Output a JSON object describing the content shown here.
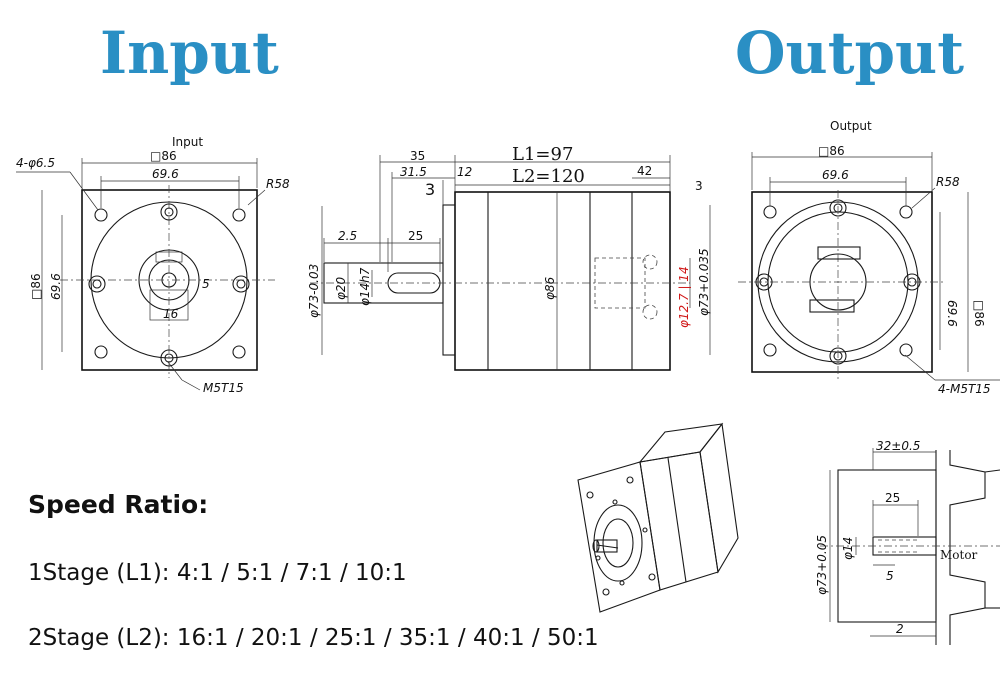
{
  "headings": {
    "input": "Input",
    "output": "Output"
  },
  "input_view": {
    "title": "Input",
    "labels": [
      "4-φ6.5",
      "□86",
      "69.6",
      "R58",
      "□86",
      "69.6",
      "5",
      "16",
      "M5T15"
    ]
  },
  "side_view": {
    "labels": [
      "35",
      "31.5",
      "12",
      "L1=97",
      "L2=120",
      "42",
      "3",
      "3",
      "2.5",
      "25",
      "φ73-0.03",
      "φ20",
      "φ14h7",
      "φ86",
      "φ12.7 | 14",
      "φ73+0.035"
    ]
  },
  "output_view": {
    "title": "Output",
    "labels": [
      "□86",
      "69.6",
      "R58",
      "69.6",
      "□86",
      "4-M5T15"
    ]
  },
  "motor_view": {
    "labels": [
      "32±0.5",
      "25",
      "φ73+0.05",
      "φ14",
      "5",
      "Motor",
      "2"
    ]
  },
  "speed_ratio": {
    "heading": "Speed Ratio:",
    "stage1": "1Stage (L1): 4:1 / 5:1 / 7:1 / 10:1",
    "stage2": "2Stage (L2): 16:1 / 20:1 / 25:1 / 35:1 / 40:1 / 50:1"
  },
  "colors": {
    "heading": "#2a8fc4",
    "highlight": "#d01818"
  }
}
